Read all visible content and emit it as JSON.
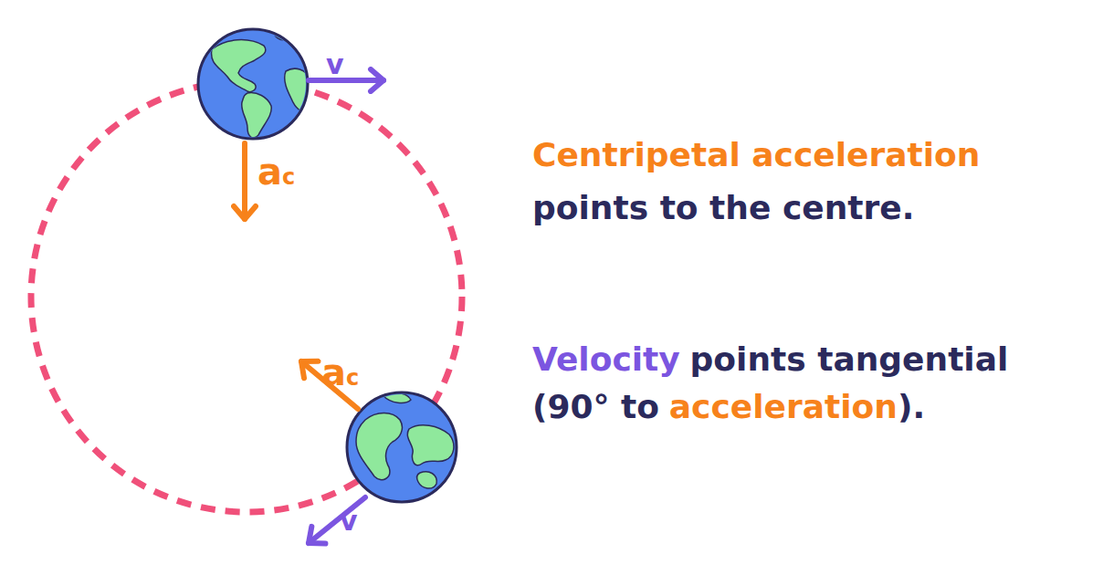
{
  "diagram": {
    "labels": [
      "v",
      "ac",
      "ac",
      "v",
      "Centripetal acceleration",
      "points to the centre.",
      "Velocity",
      "points tangential",
      "(90° to",
      "acceleration",
      ")."
    ]
  }
}
